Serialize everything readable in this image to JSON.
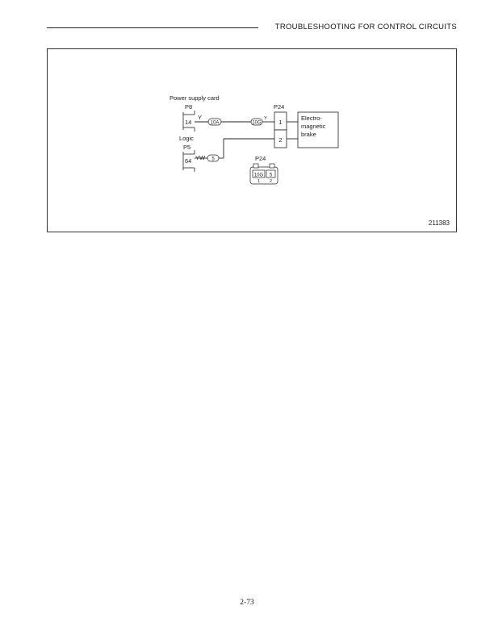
{
  "header": {
    "title": "TROUBLESHOOTING FOR CONTROL CIRCUITS"
  },
  "figure": {
    "id": "211383",
    "power_supply_card_label": "Power supply card",
    "logic_label": "Logic",
    "connectors": {
      "p8": {
        "name": "P8",
        "pin": "14",
        "wire": "Y"
      },
      "p5": {
        "name": "P5",
        "pin": "64",
        "wire": "YW"
      },
      "p24": {
        "name": "P24",
        "pins": [
          "1",
          "2"
        ],
        "wire": "Y"
      }
    },
    "splices": {
      "s10a": "10A",
      "s10g": "10G",
      "s5": "5"
    },
    "brake_label": [
      "Electro-",
      "magnetic",
      "brake"
    ],
    "p24_detail": {
      "name": "P24",
      "cells": [
        "10G",
        "5"
      ],
      "pin_numbers": [
        "1",
        "2"
      ]
    }
  },
  "footer": {
    "page_number": "2-73"
  }
}
